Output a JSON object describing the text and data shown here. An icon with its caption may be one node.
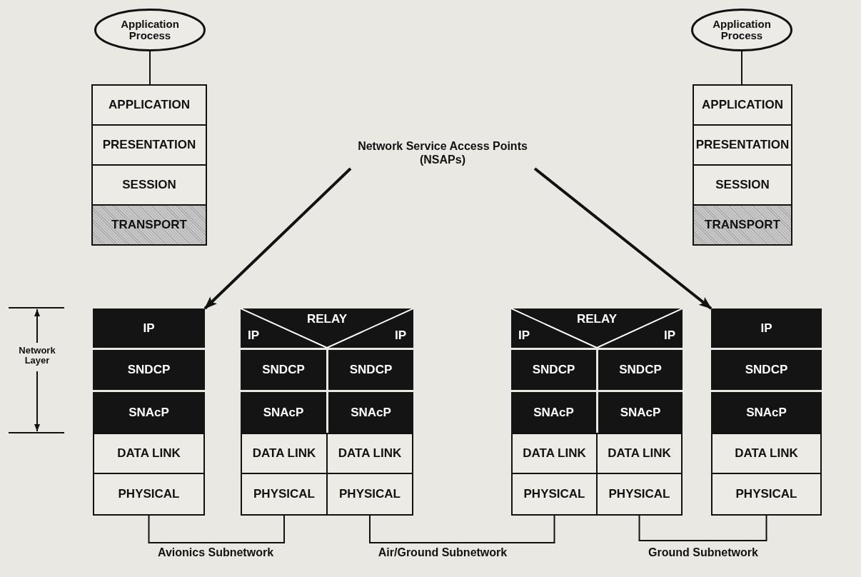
{
  "diagram": {
    "nodes": [
      {
        "text": [
          "Application Process"
        ]
      },
      {
        "text": [
          "APPLICATION"
        ]
      },
      {
        "text": [
          "PRESENTATION"
        ]
      },
      {
        "text": [
          "SESSION"
        ]
      },
      {
        "text": [
          "TRANSPORT"
        ]
      },
      {
        "text": [
          "Network Service Access Points (NSAPs)"
        ]
      },
      {
        "text": [
          "Application Process"
        ]
      },
      {
        "text": [
          "APPLICATION"
        ]
      },
      {
        "text": [
          "PRESENTATION"
        ]
      },
      {
        "text": [
          "SESSION"
        ]
      },
      {
        "text": [
          "TRANSPORT"
        ]
      },
      {
        "text": [
          "IP"
        ]
      },
      {
        "text": [
          "SNDCP"
        ]
      },
      {
        "text": [
          "SNAcP"
        ]
      },
      {
        "text": [
          "DATA LINK"
        ]
      },
      {
        "text": [
          "PHYSICAL"
        ]
      },
      {
        "text": [
          "IP",
          "RELAY",
          "IP"
        ]
      },
      {
        "text": [
          "SNDCP"
        ]
      },
      {
        "text": [
          "SNDCP"
        ]
      },
      {
        "text": [
          "SNAcP"
        ]
      },
      {
        "text": [
          "SNAcP"
        ]
      },
      {
        "text": [
          "DATA LINK"
        ]
      },
      {
        "text": [
          "DATA LINK"
        ]
      },
      {
        "text": [
          "PHYSICAL"
        ]
      },
      {
        "text": [
          "PHYSICAL"
        ]
      },
      {
        "text": [
          "IP",
          "RELAY",
          "IP"
        ]
      },
      {
        "text": [
          "SNDCP"
        ]
      },
      {
        "text": [
          "SNDCP"
        ]
      },
      {
        "text": [
          "SNAcP"
        ]
      },
      {
        "text": [
          "SNAcP"
        ]
      },
      {
        "text": [
          "DATA LINK"
        ]
      },
      {
        "text": [
          "DATA LINK"
        ]
      },
      {
        "text": [
          "PHYSICAL"
        ]
      },
      {
        "text": [
          "PHYSICAL"
        ]
      },
      {
        "text": [
          "IP"
        ]
      },
      {
        "text": [
          "SNDCP"
        ]
      },
      {
        "text": [
          "SNAcP"
        ]
      },
      {
        "text": [
          "DATA LINK"
        ]
      },
      {
        "text": [
          "PHYSICAL"
        ]
      }
    ],
    "edges": [
      {
        "from": 0,
        "to": 1,
        "arrow": "none"
      },
      {
        "from": 6,
        "to": 7,
        "arrow": "none"
      },
      {
        "from": 5,
        "to": 11,
        "arrow": "to",
        "style": "thick"
      },
      {
        "from": 5,
        "to": 34,
        "arrow": "to",
        "style": "thick"
      },
      {
        "from": 15,
        "to": 23,
        "arrow": "none"
      },
      {
        "from": 24,
        "to": 32,
        "arrow": "none"
      },
      {
        "from": 33,
        "to": 38,
        "arrow": "none"
      }
    ],
    "labels": [
      "Network Layer",
      "Avionics Subnetwork",
      "Air/Ground Subnetwork",
      "Ground Subnetwork"
    ]
  }
}
